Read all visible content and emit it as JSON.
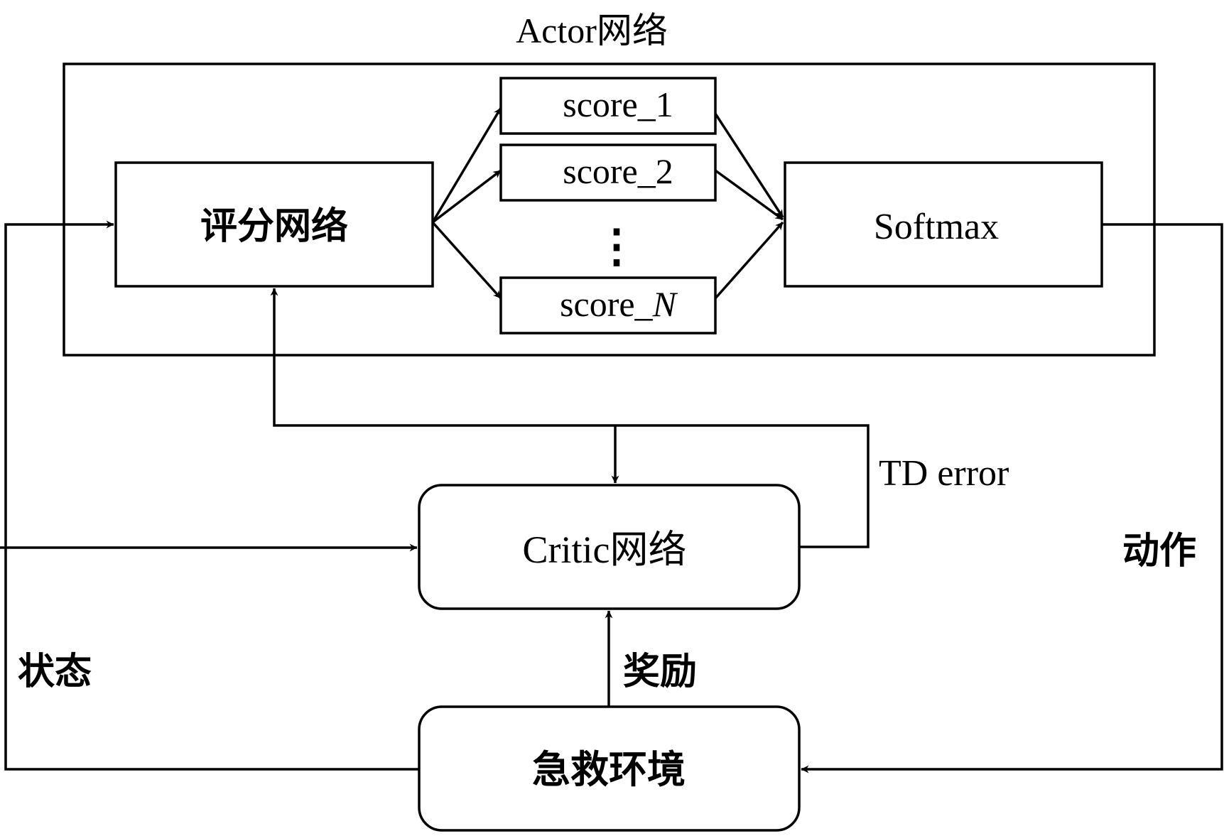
{
  "actor": {
    "title": "Actor网络",
    "scoring_net": "评分网络",
    "scores": [
      {
        "prefix": "score_",
        "index": "1",
        "italic": false
      },
      {
        "prefix": "score_",
        "index": "2",
        "italic": false
      },
      {
        "prefix": "score_",
        "index": "N",
        "italic": true
      }
    ],
    "ellipsis": "⋮",
    "softmax": "Softmax"
  },
  "critic": {
    "label": "Critic网络"
  },
  "environment": {
    "label": "急救环境"
  },
  "edges": {
    "td_error": "TD error",
    "reward": "奖励",
    "action": "动作",
    "state": "状态"
  }
}
